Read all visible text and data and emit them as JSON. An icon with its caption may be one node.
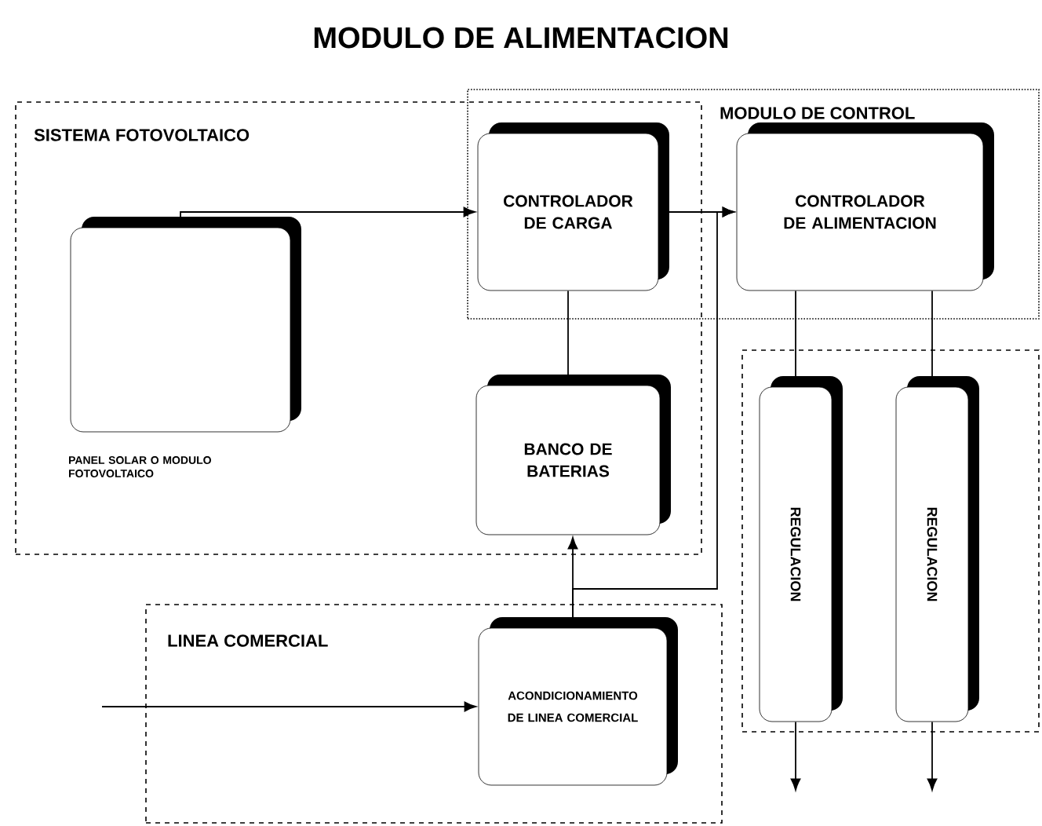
{
  "diagram": {
    "title": "MODULO DE ALIMENTACION",
    "nodes": [
      {
        "text": [
          "SISTEMA FOTOVOLTAICO"
        ]
      },
      {
        "text": [
          "MODULO DE CONTROL"
        ]
      },
      {
        "text": [
          "LINEA COMERCIAL"
        ]
      },
      {
        "text": [],
        "shape": "box"
      },
      {
        "text": [
          "PANEL SOLAR O MODULO FOTOVOLTAICO"
        ],
        "in": 0
      },
      {
        "text": [
          "CONTROLADOR DE CARGA"
        ]
      },
      {
        "text": [
          "CONTROLADOR DE ALIMENTACION"
        ],
        "in": 1
      },
      {
        "text": [
          "BANCO DE BATERIAS"
        ],
        "in": 0
      },
      {
        "text": [
          "REGULACION"
        ],
        "in": 3
      },
      {
        "text": [
          "REGULACION"
        ],
        "in": 3
      },
      {
        "text": [
          "ACONDICIONAMIENTO DE LINEA COMERCIAL"
        ],
        "in": 2
      }
    ],
    "edges": [
      {
        "from": 4,
        "to": 5,
        "arrow": "to"
      },
      {
        "from": 5,
        "to": 6,
        "arrow": "to"
      },
      {
        "from": 5,
        "to": 7,
        "arrow": "none"
      },
      {
        "from": 10,
        "to": 7,
        "arrow": "to"
      },
      {
        "from": 10,
        "to": 6,
        "arrow": "to"
      },
      {
        "from": 6,
        "to": 8,
        "arrow": "none"
      },
      {
        "from": 6,
        "to": 9,
        "arrow": "none"
      },
      {
        "from": 8,
        "to": null,
        "arrow": "to"
      },
      {
        "from": 9,
        "to": null,
        "arrow": "to"
      },
      {
        "from": null,
        "to": 10,
        "arrow": "to"
      }
    ]
  }
}
